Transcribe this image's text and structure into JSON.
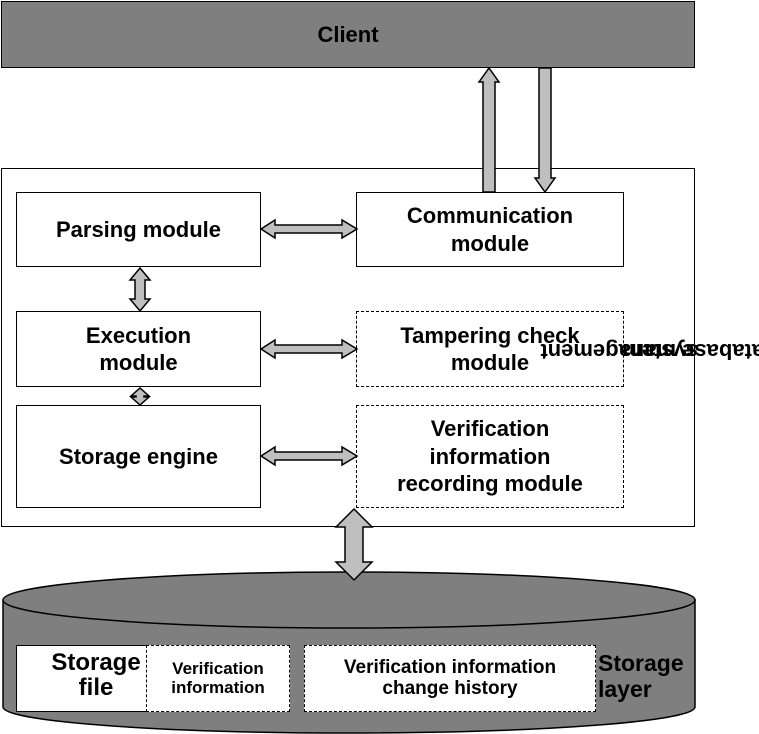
{
  "client": {
    "label": "Client"
  },
  "dbms": {
    "label_line1": "Database management",
    "label_line2": "system",
    "modules": {
      "parsing": "Parsing module",
      "communication_l1": "Communication",
      "communication_l2": "module",
      "execution_l1": "Execution",
      "execution_l2": "module",
      "tampering_l1": "Tampering check",
      "tampering_l2": "module",
      "storage_engine": "Storage engine",
      "verification_l1": "Verification",
      "verification_l2": "information",
      "verification_l3": "recording module"
    }
  },
  "storage": {
    "layer_l1": "Storage",
    "layer_l2": "layer",
    "file_l1": "Storage",
    "file_l2": "file",
    "verif_info_l1": "Verification",
    "verif_info_l2": "information",
    "history_l1": "Verification information",
    "history_l2": "change history"
  },
  "colors": {
    "client_fill": "#7f7f7f",
    "arrow_fill": "#bfbfbf",
    "cylinder_fill": "#7f7f7f",
    "stroke": "#000000"
  }
}
